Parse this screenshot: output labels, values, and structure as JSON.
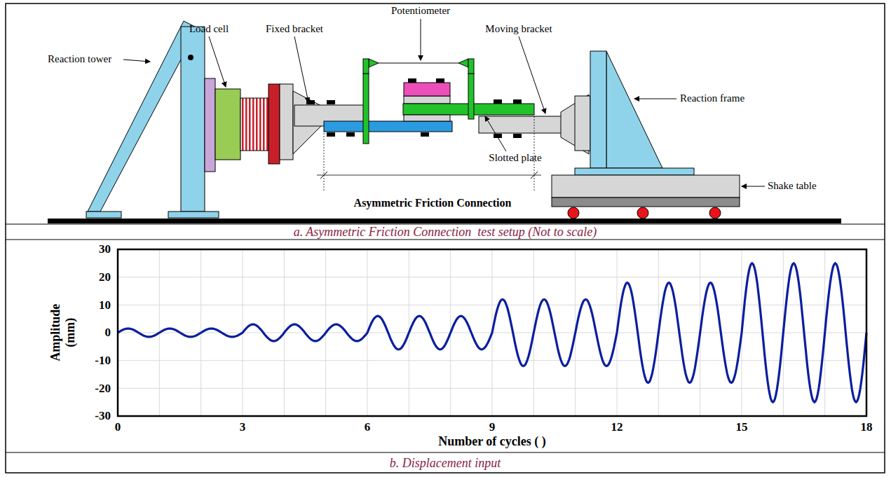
{
  "diagram": {
    "labels": [
      "Reaction tower",
      "Load cell",
      "Fixed bracket",
      "Potentiometer",
      "Moving bracket",
      "Reaction frame",
      "Slotted plate",
      "Shake table",
      "Asymmetric Friction Connection",
      "a. Asymmetric Friction Connection  test setup (Not to scale)",
      "Amplitude (mm)",
      "30",
      "20",
      "10",
      "0",
      "-10",
      "-20",
      "-30",
      "0",
      "3",
      "6",
      "9",
      "12",
      "15",
      "18",
      "Number of cycles ( )",
      "b. Displacement input"
    ]
  }
}
